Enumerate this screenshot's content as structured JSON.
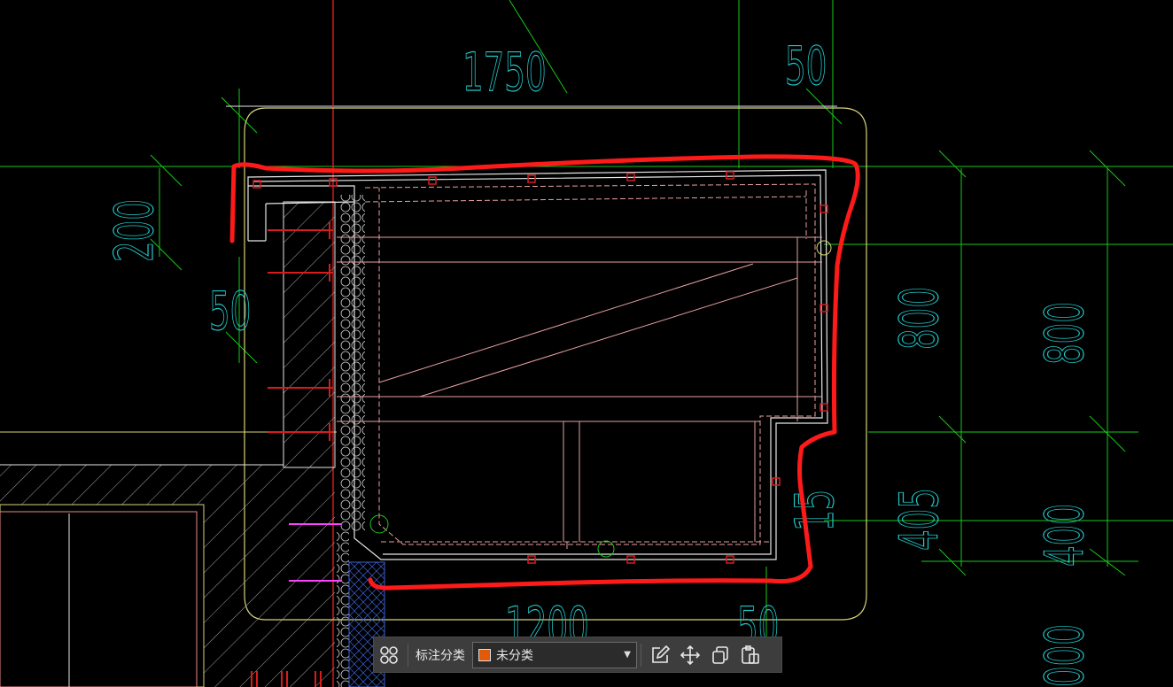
{
  "drawing": {
    "dimensions": {
      "top_left": "1750",
      "top_right": "50",
      "left_200": "200",
      "left_50": "50",
      "right_800_a": "800",
      "right_800_b": "800",
      "right_405": "405",
      "right_400": "400",
      "bottom_1200": "1200",
      "bottom_50": "50",
      "mid_15": "15",
      "bottom_right_000": "000"
    },
    "colors": {
      "background": "#000000",
      "dimension_text": "#22c8c8",
      "grid_green": "#19c819",
      "axis_red": "#ff2020",
      "panel_pink": "#e8a0a0",
      "frame_white": "#e6e6e6",
      "yellow_outline": "#d6d27a",
      "hatch": "#b0b0b0",
      "anchor_red": "#d81c1c",
      "markup_red": "#ff1a1a",
      "magenta": "#ff40ff"
    }
  },
  "toolbar": {
    "label": "标注分类",
    "category_value": "未分类",
    "category_color": "#e05a0a",
    "icons": [
      "grid-icon",
      "edit-icon",
      "move-icon",
      "copy-icon",
      "paste-icon",
      "chevron-down-icon"
    ]
  }
}
